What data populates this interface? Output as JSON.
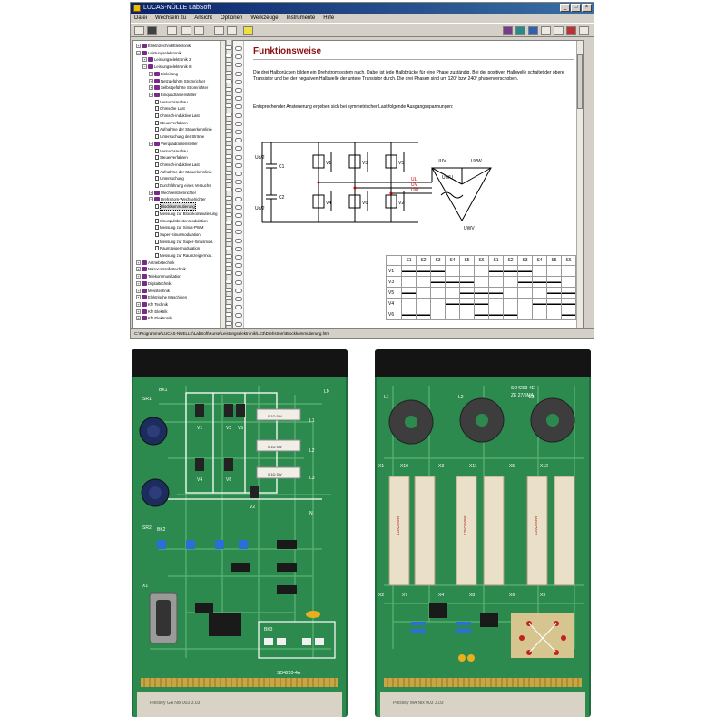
{
  "window": {
    "title": "LUCAS-NÜLLE LabSoft",
    "menu": [
      "Datei",
      "Wechseln zu",
      "Ansicht",
      "Optionen",
      "Werkzeuge",
      "Instrumente",
      "Hilfe"
    ],
    "controls": [
      "_",
      "□",
      "×"
    ]
  },
  "tree": {
    "items": [
      {
        "label": "Elektrotechnik/Elektronik",
        "level": 0,
        "type": "book",
        "exp": "+"
      },
      {
        "label": "Leistungselektronik",
        "level": 0,
        "type": "book",
        "exp": "−"
      },
      {
        "label": "Leistungselektronik 2",
        "level": 1,
        "type": "book",
        "exp": "+"
      },
      {
        "label": "Leistungselektronik III",
        "level": 1,
        "type": "book",
        "exp": "−"
      },
      {
        "label": "Einleitung",
        "level": 2,
        "type": "book",
        "exp": "+"
      },
      {
        "label": "Netzgeführte Stromrichter",
        "level": 2,
        "type": "book",
        "exp": "+"
      },
      {
        "label": "Selbstgeführte Stromrichter",
        "level": 2,
        "type": "book",
        "exp": "+"
      },
      {
        "label": "Einquadrantensteller",
        "level": 2,
        "type": "book",
        "exp": "−"
      },
      {
        "label": "Versuchsaufbau",
        "level": 3,
        "type": "page"
      },
      {
        "label": "Ohmsche Last",
        "level": 3,
        "type": "page"
      },
      {
        "label": "Ohmsch-induktive Last",
        "level": 3,
        "type": "page"
      },
      {
        "label": "Steuerverfahren",
        "level": 3,
        "type": "page"
      },
      {
        "label": "Aufnahme der Steuerkennlinie",
        "level": 3,
        "type": "page"
      },
      {
        "label": "Untersuchung der Ströme",
        "level": 3,
        "type": "page"
      },
      {
        "label": "Vierquadrantensteller",
        "level": 2,
        "type": "book",
        "exp": "−"
      },
      {
        "label": "Versuchsaufbau",
        "level": 3,
        "type": "page"
      },
      {
        "label": "Steuerverfahren",
        "level": 3,
        "type": "page"
      },
      {
        "label": "Ohmsch-induktive Last",
        "level": 3,
        "type": "page"
      },
      {
        "label": "Aufnahme der Steuerkennlinie",
        "level": 3,
        "type": "page"
      },
      {
        "label": "Untersuchung",
        "level": 3,
        "type": "page"
      },
      {
        "label": "Durchführung eines Versuchs",
        "level": 3,
        "type": "page"
      },
      {
        "label": "Wechselstromrichter",
        "level": 2,
        "type": "book",
        "exp": "+"
      },
      {
        "label": "Drehstrom-Wechselrichter",
        "level": 2,
        "type": "book",
        "exp": "−"
      },
      {
        "label": "Blockkommutierung",
        "level": 3,
        "type": "page",
        "selected": true
      },
      {
        "label": "Messung zur Blockkommutierung",
        "level": 3,
        "type": "page"
      },
      {
        "label": "Sinuspulsbreitenmodulation",
        "level": 3,
        "type": "page"
      },
      {
        "label": "Messung zur Sinus-PWM",
        "level": 3,
        "type": "page"
      },
      {
        "label": "Super-Sinusmodulation",
        "level": 3,
        "type": "page"
      },
      {
        "label": "Messung zur Super-Sinusmod.",
        "level": 3,
        "type": "page"
      },
      {
        "label": "Raumzeigermodulation",
        "level": 3,
        "type": "page"
      },
      {
        "label": "Messung zur Raumzeigermod.",
        "level": 3,
        "type": "page"
      },
      {
        "label": "Antriebstechnik",
        "level": 0,
        "type": "book",
        "exp": "+"
      },
      {
        "label": "Mikrocontrollertechnik",
        "level": 0,
        "type": "book",
        "exp": "+"
      },
      {
        "label": "Telekommunikation",
        "level": 0,
        "type": "book",
        "exp": "+"
      },
      {
        "label": "Digitaltechnik",
        "level": 0,
        "type": "book",
        "exp": "+"
      },
      {
        "label": "Messtechnik",
        "level": 0,
        "type": "book",
        "exp": "+"
      },
      {
        "label": "Elektrische Maschinen",
        "level": 0,
        "type": "book",
        "exp": "+"
      },
      {
        "label": "Kfz Technik",
        "level": 0,
        "type": "book",
        "exp": "+"
      },
      {
        "label": "Kfz Elektrik",
        "level": 0,
        "type": "book",
        "exp": "+"
      },
      {
        "label": "Kfz Elektronik",
        "level": 0,
        "type": "book",
        "exp": "+"
      }
    ]
  },
  "content": {
    "heading": "Funktionsweise",
    "paragraph1": "Die drei Halbbrücken bilden ein Drehstromsystem nach. Dabei ist jede Halbbrücke für eine Phase zuständig. Bei der positiven Halbwelle schaltet der obere Transistor und bei der negativen Halbwelle der untere Transistor durch. Die drei Phasen sind um 120° bzw 240° phasenverschoben.",
    "paragraph2": "Entsprechender Ansteuerung ergeben sich bei symmetrischer Last folgende Ausgangsspannungen:"
  },
  "circuit": {
    "labels": [
      "C1",
      "C2",
      "V1",
      "V3",
      "V5",
      "V4",
      "V6",
      "V2",
      "Ud/2",
      "Ud/2",
      "UUV",
      "UVW",
      "UWU",
      "UWV",
      "UL",
      "UV",
      "UW"
    ],
    "colors": {
      "wire": "#000000",
      "accent": "#c00000"
    }
  },
  "switch_table": {
    "headers": [
      "S1",
      "S2",
      "S3",
      "S4",
      "S5",
      "S6",
      "S1",
      "S2",
      "S3",
      "S4",
      "S5",
      "S6"
    ],
    "rows": [
      {
        "label": "V1",
        "on": [
          1,
          1,
          1,
          0,
          0,
          0,
          1,
          1,
          1,
          0,
          0,
          0
        ]
      },
      {
        "label": "V3",
        "on": [
          0,
          0,
          1,
          1,
          1,
          0,
          0,
          0,
          1,
          1,
          1,
          0
        ]
      },
      {
        "label": "V5",
        "on": [
          1,
          0,
          0,
          0,
          1,
          1,
          1,
          0,
          0,
          0,
          1,
          1
        ]
      },
      {
        "label": "V4",
        "on": [
          0,
          0,
          0,
          1,
          1,
          1,
          0,
          0,
          0,
          1,
          1,
          1
        ]
      },
      {
        "label": "V6",
        "on": [
          1,
          1,
          0,
          0,
          0,
          1,
          1,
          1,
          0,
          0,
          0,
          1
        ]
      }
    ]
  },
  "statusbar": {
    "path": "C:\\Programme\\LUCAS-NUELLE\\LabSoft\\Kurse\\Leistungselektronik\\LE3\\Drehstrom\\Blockkommutierung.htm"
  },
  "pcb_left": {
    "labels": [
      "SR1",
      "SR2",
      "V1",
      "V3",
      "V5",
      "V4",
      "V6",
      "V2",
      "L1",
      "L2",
      "L3",
      "N",
      "BK1",
      "BK2",
      "BK3",
      "X1",
      "LN",
      "SO4203-4A"
    ],
    "resistor_label": "0.1Ω 5W",
    "footer": "Plessey   GA Nix 003   3.03"
  },
  "pcb_right": {
    "labels": [
      "L1",
      "L2",
      "L3",
      "X1",
      "X2",
      "X3",
      "X4",
      "X5",
      "X6",
      "X7",
      "X8",
      "X9",
      "X10",
      "X11",
      "X12",
      "SO4203-4E",
      "ZE 27/5MA"
    ],
    "resistor_label": "120Ω 50W",
    "footer": "Plessey   MA Nix 003   3.03"
  }
}
